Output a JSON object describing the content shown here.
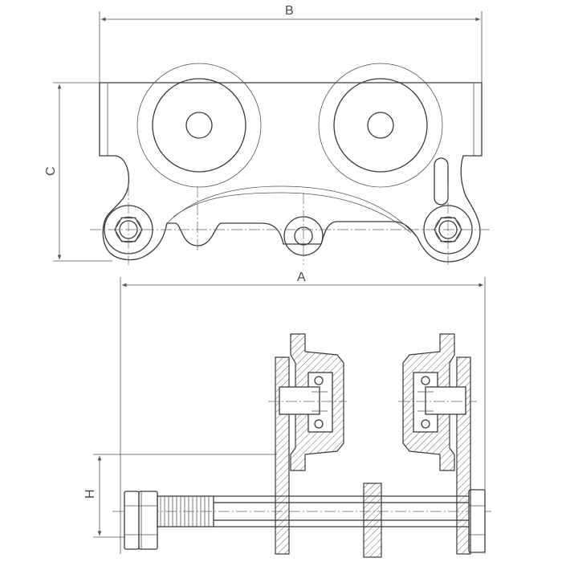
{
  "dimensions": {
    "b_label": "B",
    "c_label": "C",
    "a_label": "A",
    "h_label": "H"
  }
}
